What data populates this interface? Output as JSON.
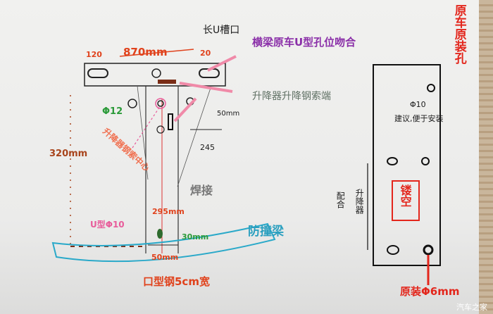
{
  "labels": {
    "long_u_slot": "长U槽口",
    "beam_hole_match": "横梁原车U型孔位吻合",
    "lifter_cable_end": "升降器升降钢索端",
    "dim_120": "120",
    "dim_870": "870mm",
    "dim_20": "20",
    "phi12": "Φ12",
    "dim_50_top": "50mm",
    "dim_245": "245",
    "cable_center": "升降器钢索中心",
    "dim_320": "320mm",
    "weld": "焊接",
    "dim_295": "295mm",
    "u_phi10": "U型Φ10",
    "dim_30": "30mm",
    "dim_50_bottom": "50mm",
    "bumper_beam": "防撞梁",
    "square_steel": "口型钢5cm宽",
    "original_holes": "原车原装孔",
    "right_phi10": "Φ10",
    "suggestion": "建议,便于安装",
    "hollow": "镂空",
    "fit_lifter_a": "配合",
    "fit_lifter_b": "升降器",
    "original_phi6": "原装Φ6mm"
  },
  "watermark": "汽车之家"
}
